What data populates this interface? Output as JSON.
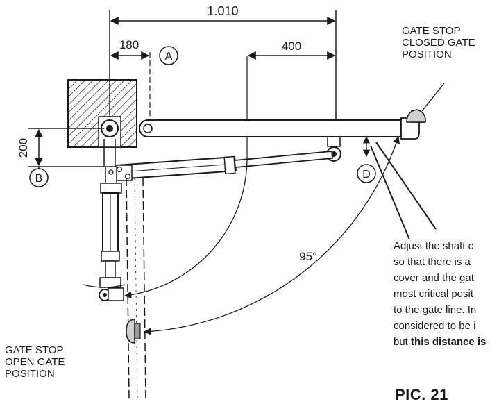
{
  "dimensions": {
    "overall_length": "1.010",
    "offset_a": "180",
    "offset_d": "400",
    "offset_b": "200",
    "angle": "95°"
  },
  "markers": {
    "a": "A",
    "b": "B",
    "d": "D"
  },
  "labels": {
    "gate_stop_closed": [
      "GATE STOP",
      "CLOSED GATE",
      "POSITION"
    ],
    "gate_stop_open": [
      "GATE STOP",
      "OPEN GATE",
      "POSITION"
    ]
  },
  "note": {
    "lines": [
      "Adjust the shaft c",
      "so that there is a",
      "cover and the gat",
      "most critical posit",
      "to the gate line. In",
      "considered to be i"
    ],
    "last_prefix": "but ",
    "last_bold": "this distance is"
  },
  "figure_label": "PIC. 21",
  "colors": {
    "ink": "#1a1a1a",
    "paper": "#ffffff"
  }
}
